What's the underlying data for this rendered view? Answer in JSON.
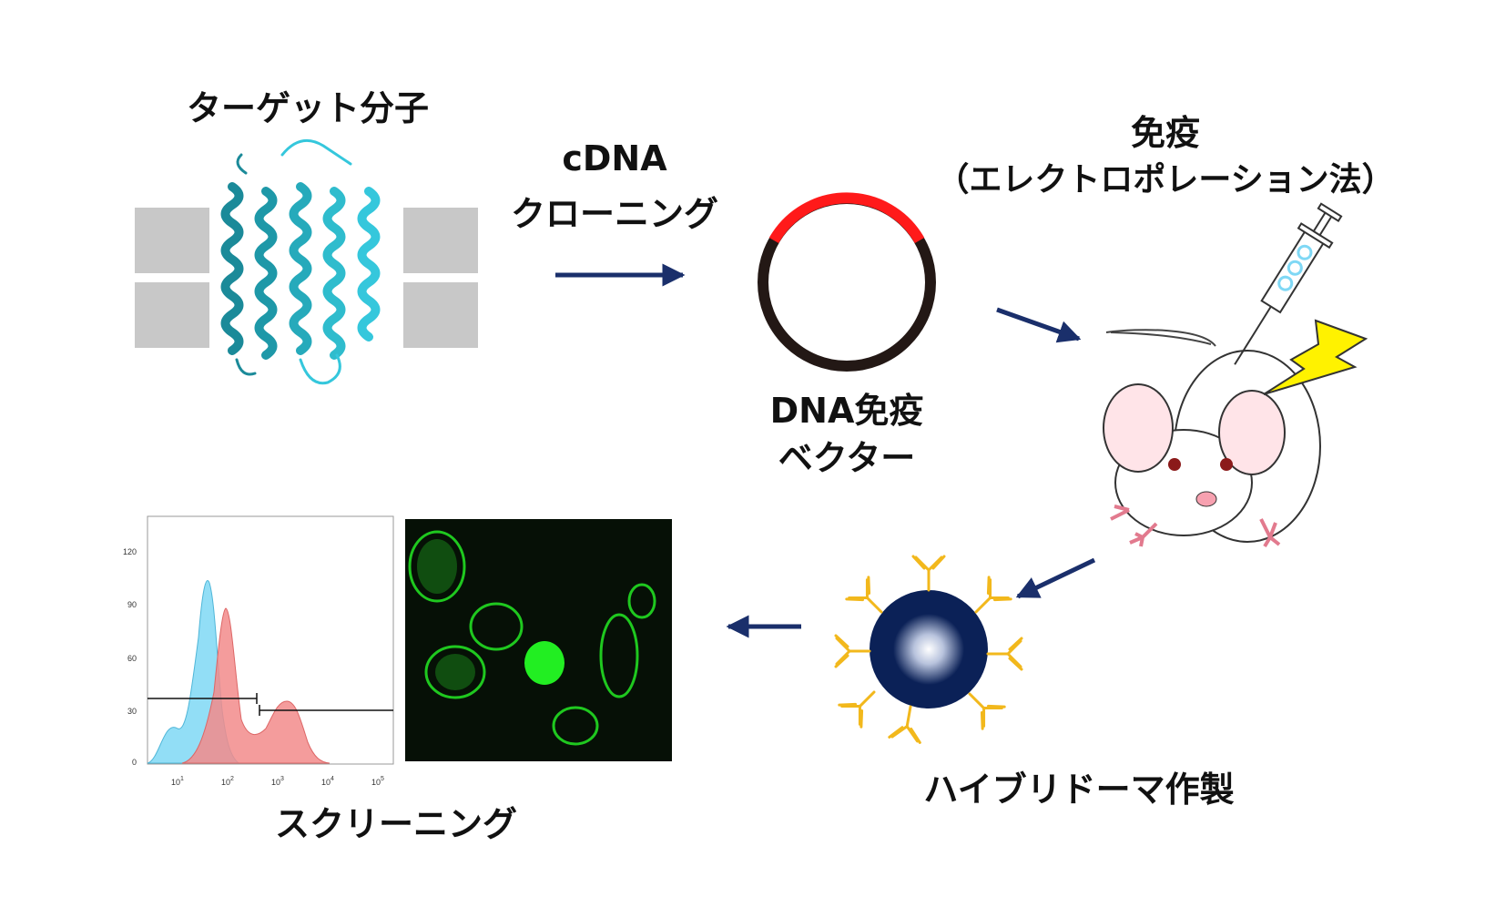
{
  "labels": {
    "target": "ターゲット分子",
    "cloning_line1": "cDNA",
    "cloning_line2": "クローニング",
    "immunization_line1": "免疫",
    "immunization_line2": "（エレクトロポレーション法）",
    "vector_line1": "DNA免疫",
    "vector_line2": "ベクター",
    "hybridoma": "ハイブリドーマ作製",
    "screening": "スクリーニング"
  },
  "histogram": {
    "y_ticks": [
      "120",
      "90",
      "60",
      "30",
      "0"
    ],
    "x_ticks": [
      "10",
      "10",
      "10",
      "10",
      "10"
    ],
    "x_tick_exponents": [
      "1",
      "2",
      "3",
      "4",
      "5"
    ]
  },
  "colors": {
    "arrow": "#1a2f6b",
    "protein_dark": "#1b8a99",
    "protein_light": "#35c7dc",
    "membrane": "#c8c8c8",
    "vector_ring": "#231815",
    "vector_insert": "#ff1a1a",
    "cell": "#0b2157",
    "antibody": "#f2b81c",
    "hist_blue": "#7fd8f5",
    "hist_red": "#f28b8b",
    "fluorescence": "#22dd22"
  },
  "icons": [
    "arrow-right-icon",
    "syringe-icon",
    "lightning-icon",
    "mouse-icon",
    "antibody-icon"
  ]
}
